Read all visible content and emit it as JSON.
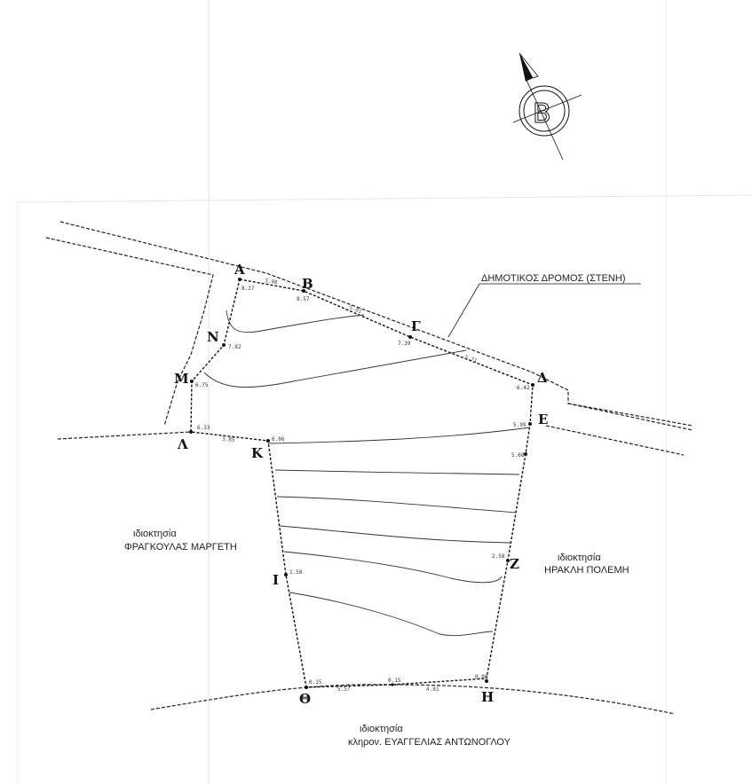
{
  "road_label": "ΔΗΜΟΤΙΚΟΣ ΔΡΟΜΟΣ  (ΣΤΕΝΗ)",
  "compass_letter": "B",
  "owner_left": {
    "line1": "ιδιοκτησία",
    "line2": "ΦΡΑΓΚΟΥΛΑΣ  ΜΑΡΓΕΤΗ"
  },
  "owner_right": {
    "line1": "ιδιοκτησία",
    "line2": "ΗΡΑΚΛΗ ΠΟΛΕΜΗ"
  },
  "owner_bottom": {
    "line1": "ιδιοκτησία",
    "line2": "κληρον.  ΕΥΑΓΓΕΛΙΑΣ  ΑΝΤΩΝΟΓΛΟΥ"
  },
  "points": [
    {
      "id": "A",
      "label": "Α",
      "elevation": "8.27"
    },
    {
      "id": "B",
      "label": "Β",
      "elevation": "8.57"
    },
    {
      "id": "G",
      "label": "Γ",
      "elevation": "7.39"
    },
    {
      "id": "D",
      "label": "Δ",
      "elevation": "6.42"
    },
    {
      "id": "E",
      "label": "Ε",
      "elevation": "5.99"
    },
    {
      "id": "E2",
      "label": "",
      "elevation": "5.68"
    },
    {
      "id": "Z",
      "label": "Ζ",
      "elevation": "2.58"
    },
    {
      "id": "H",
      "label": "Η",
      "elevation": "0.00"
    },
    {
      "id": "Mid",
      "label": "",
      "elevation": "0.15"
    },
    {
      "id": "TH",
      "label": "Θ",
      "elevation": "0.15"
    },
    {
      "id": "I",
      "label": "Ι",
      "elevation": "1.58"
    },
    {
      "id": "K",
      "label": "Κ",
      "elevation": "6.06"
    },
    {
      "id": "L",
      "label": "Λ",
      "elevation": "6.33"
    },
    {
      "id": "M",
      "label": "Μ",
      "elevation": "6.75"
    },
    {
      "id": "N",
      "label": "Ν",
      "elevation": "7.82"
    }
  ],
  "distances": [
    "3.08",
    "5.81",
    "5.71",
    "3.85",
    "5.57",
    "4.81"
  ]
}
